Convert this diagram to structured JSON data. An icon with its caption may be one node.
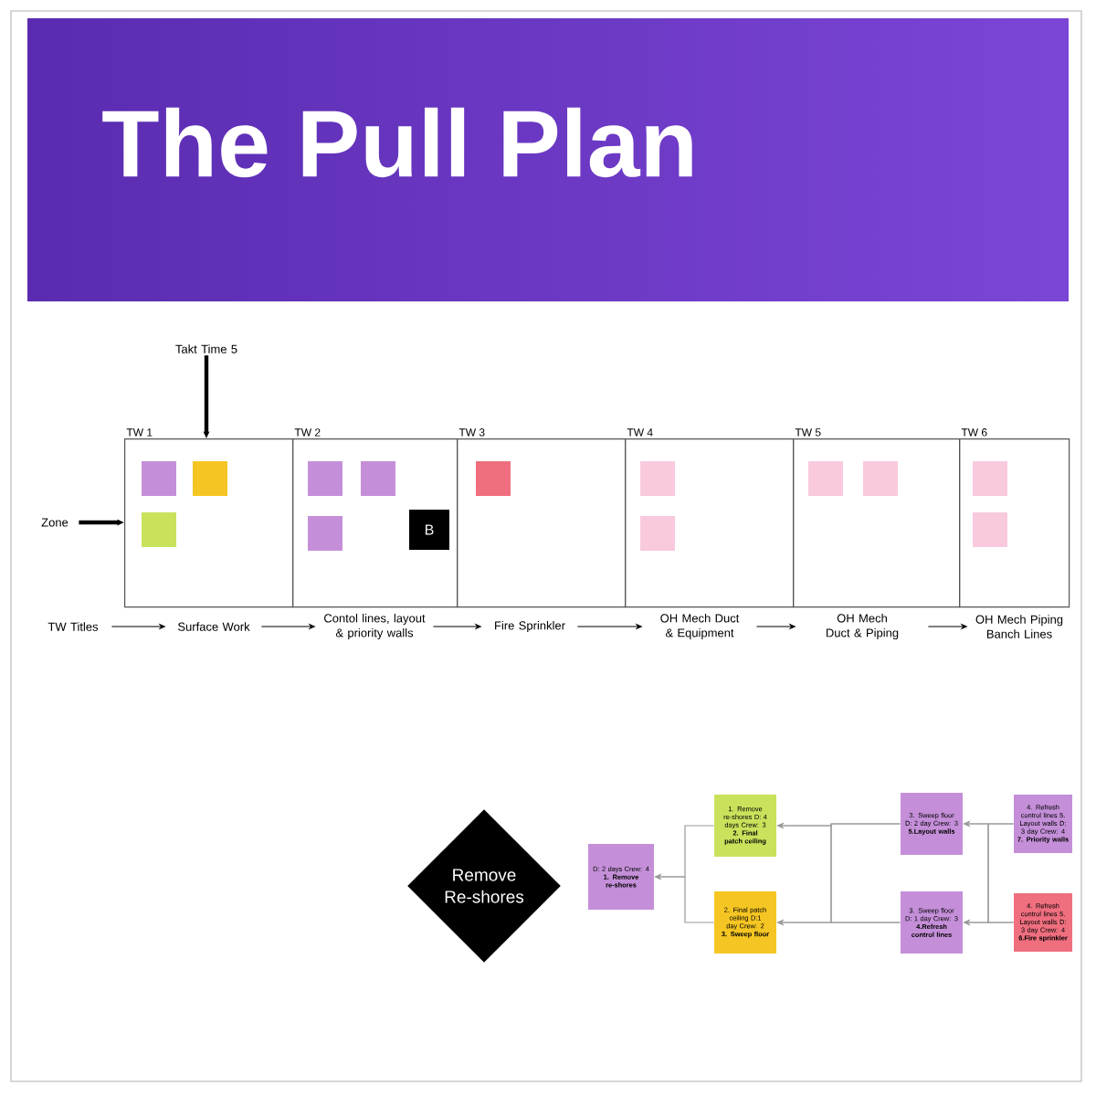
{
  "diagram": {
    "title": "The Pull Plan",
    "nodes": [
      {
        "text": [
          "Takt Time 5"
        ]
      },
      {
        "text": [
          "TW 1"
        ]
      },
      {
        "text": [
          "TW 2"
        ]
      },
      {
        "text": [
          "TW 3"
        ]
      },
      {
        "text": [
          "TW 4"
        ]
      },
      {
        "text": [
          "TW 5"
        ]
      },
      {
        "text": [
          "TW 6"
        ]
      },
      {
        "text": [],
        "shape": "box",
        "in": 1
      },
      {
        "text": [],
        "shape": "box",
        "in": 1
      },
      {
        "text": [],
        "shape": "box",
        "in": 1
      },
      {
        "text": [],
        "shape": "box",
        "in": 2
      },
      {
        "text": [],
        "shape": "box",
        "in": 2
      },
      {
        "text": [],
        "shape": "box",
        "in": 2
      },
      {
        "text": [
          "B"
        ],
        "in": 2
      },
      {
        "text": [],
        "shape": "box",
        "in": 3
      },
      {
        "text": [],
        "shape": "box",
        "in": 4
      },
      {
        "text": [],
        "shape": "box",
        "in": 4
      },
      {
        "text": [],
        "shape": "box",
        "in": 5
      },
      {
        "text": [],
        "shape": "box",
        "in": 5
      },
      {
        "text": [],
        "shape": "box",
        "in": 6
      },
      {
        "text": [],
        "shape": "box",
        "in": 6
      },
      {
        "text": [
          "Zone"
        ]
      },
      {
        "text": [
          "TW Titles"
        ]
      },
      {
        "text": [
          "Surface Work"
        ]
      },
      {
        "text": [
          "Contol lines, layout & priority walls"
        ]
      },
      {
        "text": [
          "Fire Sprinkler"
        ]
      },
      {
        "text": [
          "OH Mech Duct & Equipment"
        ]
      },
      {
        "text": [
          "OH Mech Duct & Piping"
        ]
      },
      {
        "text": [
          "OH Mech Piping Banch Lines"
        ]
      },
      {
        "text": [
          "Remove Re-shores"
        ]
      },
      {
        "text": [
          "D: 2 days Crew: 4",
          "1. Remove re-shores"
        ]
      },
      {
        "text": [
          "1. Remove re-shores D: 4 days Crew: 3",
          "2. Final patch ceiling"
        ]
      },
      {
        "text": [
          "2. Final patch ceiling D:1 day Crew: 2",
          "3. Sweep floor"
        ]
      },
      {
        "text": [
          "3. Sweep floor D: 2 day Crew: 3",
          "5.Layout walls"
        ]
      },
      {
        "text": [
          "3. Sweep floor D: 1 day Crew: 3",
          "4.Refresh control lines"
        ]
      },
      {
        "text": [
          "4. Refresh control lines 5. Layout walls D: 3 day Crew: 4",
          "7. Priority walls"
        ]
      },
      {
        "text": [
          "4. Refresh control lines 5. Layout walls D: 3 day Crew: 4",
          "6.Fire sprinkler"
        ]
      }
    ],
    "edges": [
      {
        "from": 0,
        "to": 1,
        "arrow": "to",
        "style": "thick",
        "color": "#000000"
      },
      {
        "from": 21,
        "to": 1,
        "arrow": "to",
        "style": "thick",
        "color": "#000000"
      },
      {
        "from": 22,
        "to": 23,
        "arrow": "to",
        "color": "#000000"
      },
      {
        "from": 23,
        "to": 24,
        "arrow": "to",
        "color": "#000000"
      },
      {
        "from": 24,
        "to": 25,
        "arrow": "to",
        "color": "#000000"
      },
      {
        "from": 25,
        "to": 26,
        "arrow": "to",
        "color": "#000000"
      },
      {
        "from": 26,
        "to": 27,
        "arrow": "to",
        "color": "#000000"
      },
      {
        "from": 27,
        "to": 28,
        "arrow": "to",
        "color": "#000000"
      },
      {
        "from": 31,
        "to": 30,
        "arrow": "to"
      },
      {
        "from": 32,
        "to": 30,
        "arrow": "to"
      },
      {
        "from": 33,
        "to": 31,
        "arrow": "to"
      },
      {
        "from": 33,
        "to": 32,
        "arrow": "to"
      },
      {
        "from": 34,
        "to": 31,
        "arrow": "to"
      },
      {
        "from": 34,
        "to": 32,
        "arrow": "to"
      },
      {
        "from": 35,
        "to": 33,
        "arrow": "to"
      },
      {
        "from": 35,
        "to": 34,
        "arrow": "to"
      },
      {
        "from": 36,
        "to": 33,
        "arrow": "to"
      },
      {
        "from": 36,
        "to": 34,
        "arrow": "to"
      }
    ]
  }
}
